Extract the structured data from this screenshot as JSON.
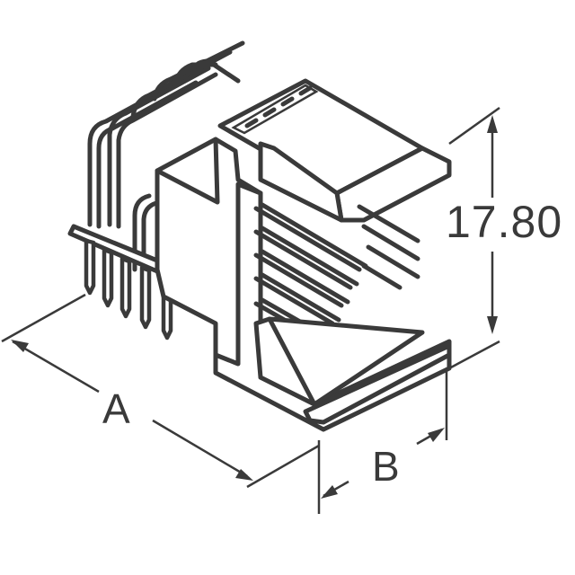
{
  "drawing": {
    "subject": "right-angle pin header connector, isometric line drawing",
    "line_color": "#3a3a3a",
    "background": "#ffffff"
  },
  "dimensions": {
    "height": {
      "label": "17.80"
    },
    "length": {
      "label": "A"
    },
    "width": {
      "label": "B"
    }
  }
}
